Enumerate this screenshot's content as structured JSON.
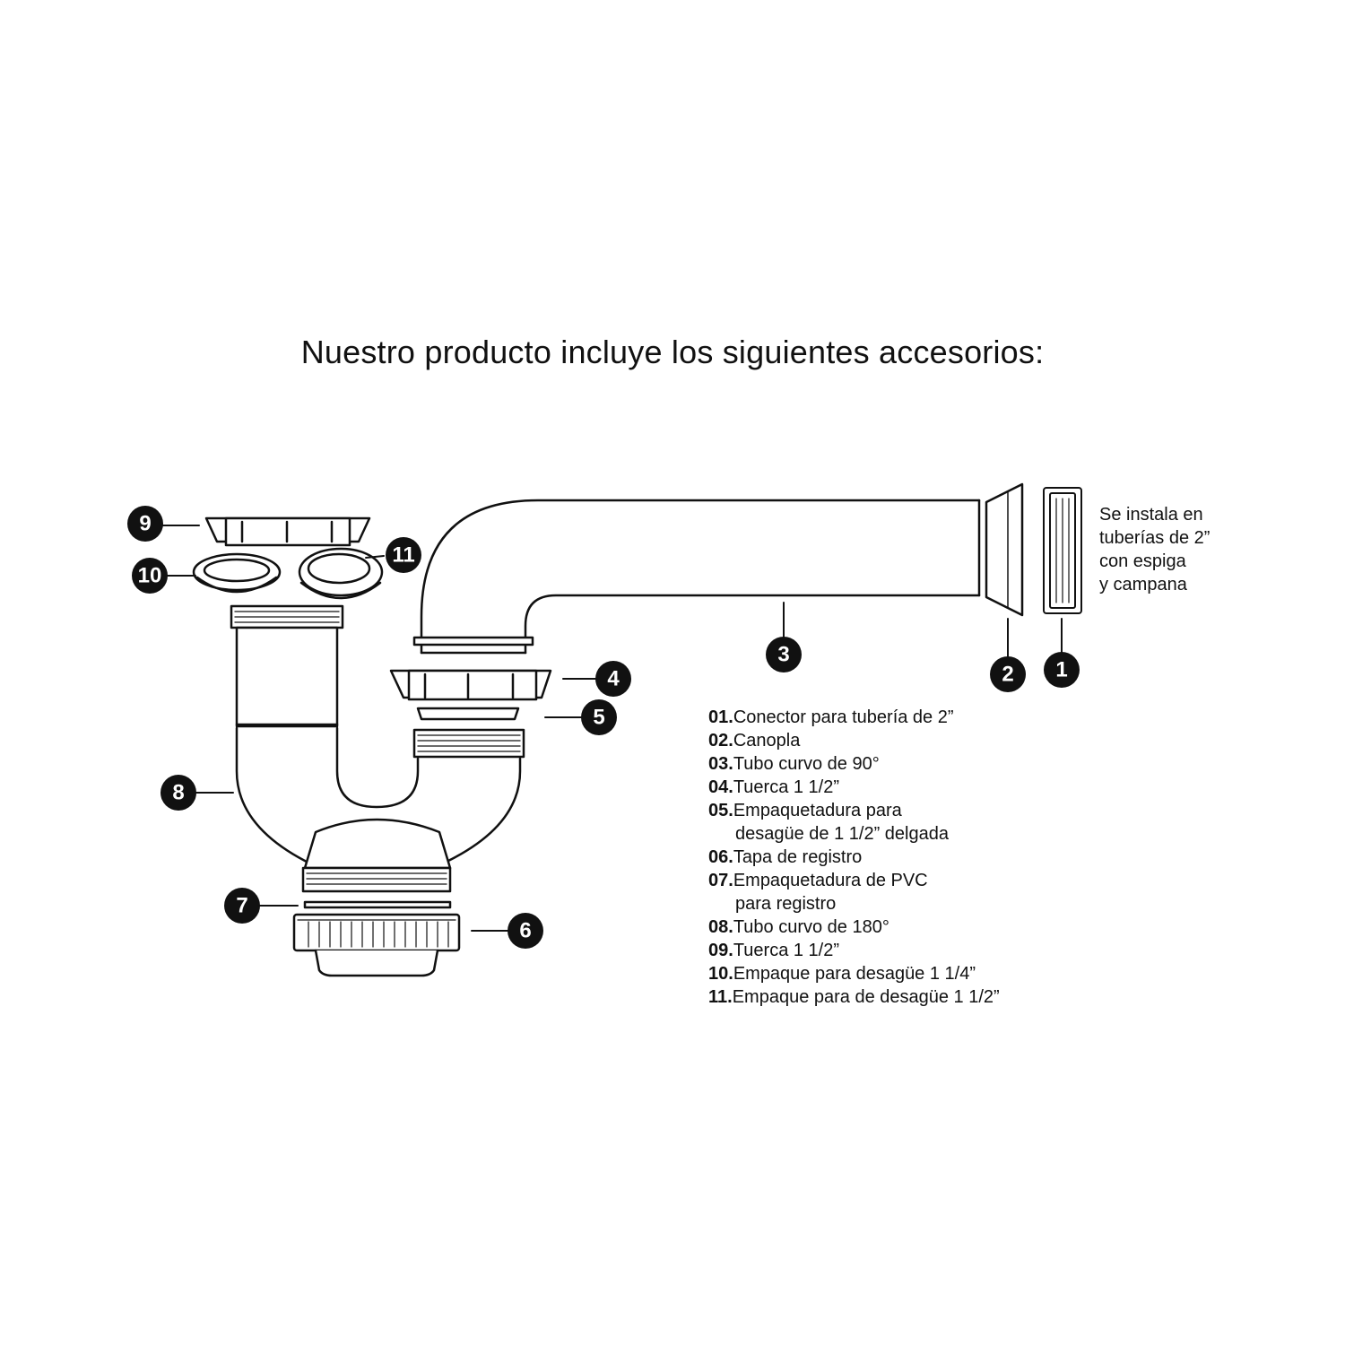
{
  "title": "Nuestro producto incluye los siguientes accesorios:",
  "side_note": [
    "Se instala en",
    "tuberías de 2”",
    "con espiga",
    "y campana"
  ],
  "callouts": [
    "1",
    "2",
    "3",
    "4",
    "5",
    "6",
    "7",
    "8",
    "9",
    "10",
    "11"
  ],
  "legend": [
    {
      "num": "01.",
      "lines": [
        "Conector para tubería de 2”"
      ]
    },
    {
      "num": "02.",
      "lines": [
        "Canopla"
      ]
    },
    {
      "num": "03.",
      "lines": [
        "Tubo curvo de 90°"
      ]
    },
    {
      "num": "04.",
      "lines": [
        "Tuerca 1 1/2”"
      ]
    },
    {
      "num": "05.",
      "lines": [
        "Empaquetadura para",
        "desagüe de 1 1/2” delgada"
      ]
    },
    {
      "num": "06.",
      "lines": [
        "Tapa de registro"
      ]
    },
    {
      "num": "07.",
      "lines": [
        "Empaquetadura de PVC",
        "para registro"
      ]
    },
    {
      "num": "08.",
      "lines": [
        "Tubo curvo de 180°"
      ]
    },
    {
      "num": "09.",
      "lines": [
        "Tuerca 1 1/2”"
      ]
    },
    {
      "num": "10.",
      "lines": [
        "Empaque para desagüe 1 1/4”"
      ]
    },
    {
      "num": "11.",
      "lines": [
        "Empaque para de desagüe 1 1/2”"
      ]
    }
  ],
  "colors": {
    "ink": "#111111",
    "badge": "#111111",
    "background": "#ffffff"
  }
}
